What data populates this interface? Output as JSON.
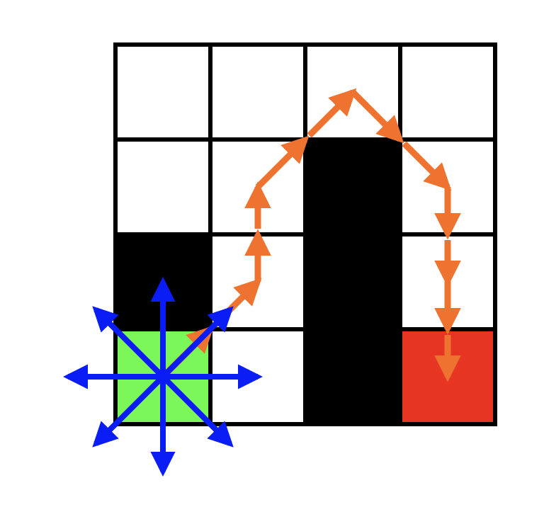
{
  "grid": {
    "rows": 4,
    "cols": 4,
    "cells": [
      [
        "empty",
        "empty",
        "empty",
        "empty"
      ],
      [
        "empty",
        "empty",
        "obstacle",
        "empty"
      ],
      [
        "obstacle",
        "empty",
        "obstacle",
        "empty"
      ],
      [
        "start",
        "empty",
        "obstacle",
        "goal"
      ]
    ]
  },
  "colors": {
    "background": "#ffffff",
    "grid_line": "#000000",
    "obstacle": "#000000",
    "start": "#7cf75a",
    "goal": "#e63522",
    "path": "#ee7330",
    "moves": "#0b1df5"
  },
  "moves": {
    "count": 8,
    "directions": [
      "N",
      "NE",
      "E",
      "SE",
      "S",
      "SW",
      "W",
      "NW"
    ]
  },
  "path": {
    "cells": [
      [
        3,
        0
      ],
      [
        2,
        1
      ],
      [
        1,
        1
      ],
      [
        0,
        2
      ],
      [
        1,
        3
      ],
      [
        2,
        3
      ],
      [
        3,
        3
      ]
    ]
  }
}
